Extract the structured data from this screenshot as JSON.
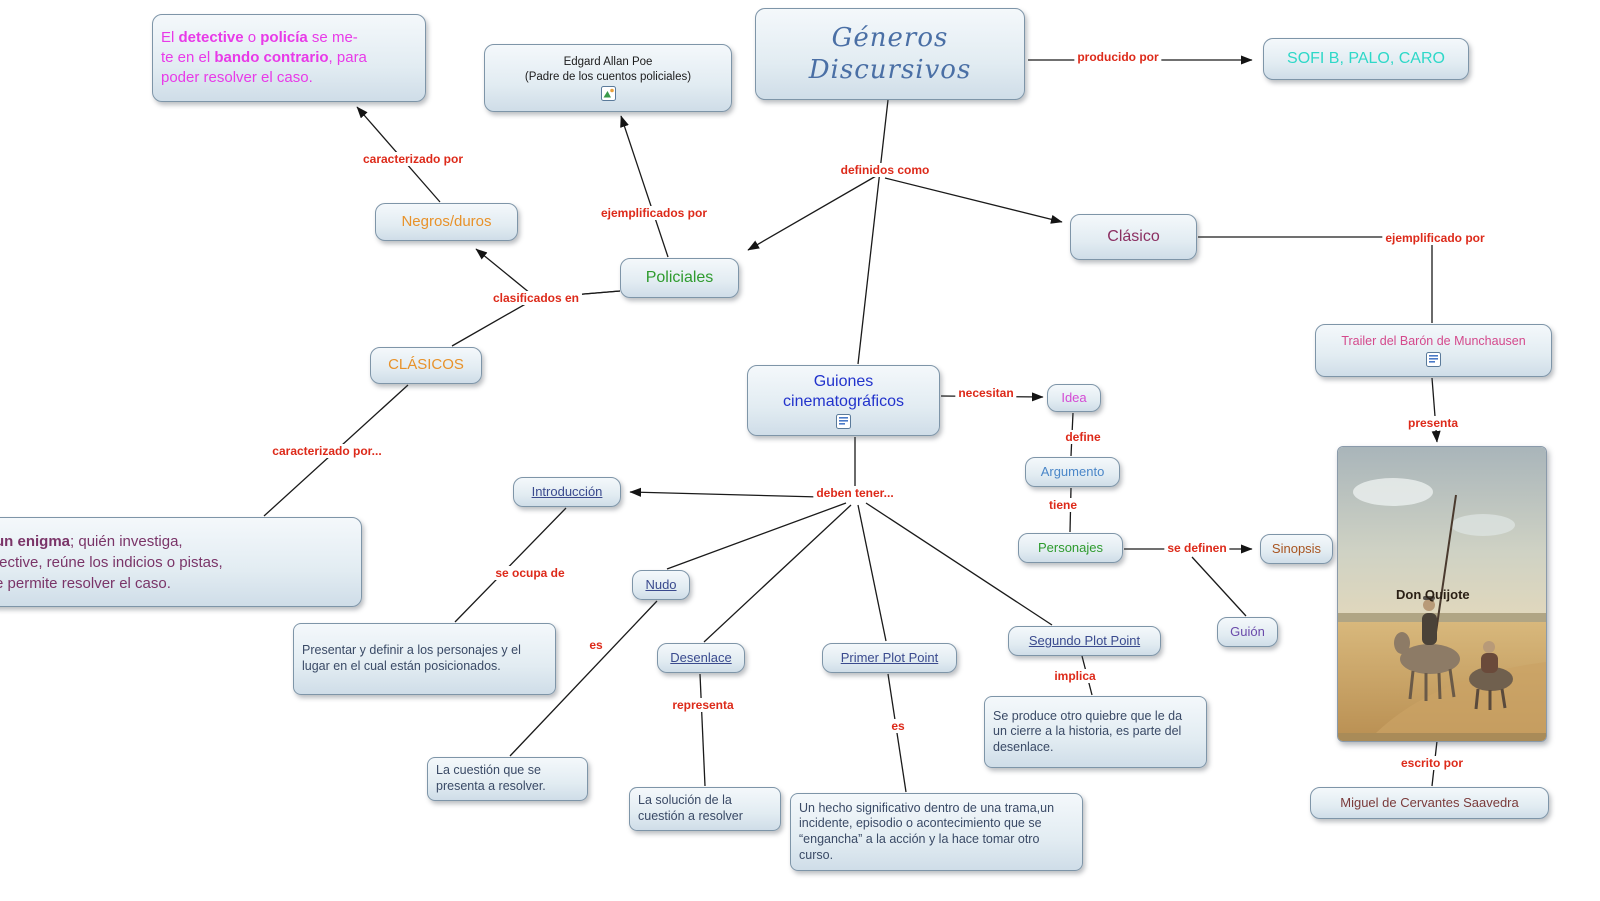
{
  "title": "Géneros Discursivos",
  "nodes": {
    "generos": {
      "label": "Géneros Discursivos"
    },
    "sofi": {
      "label": "SOFI B, PALO, CARO"
    },
    "detective": {
      "segments": [
        {
          "t": "El "
        },
        {
          "t": "detective",
          "b": true
        },
        {
          "t": " o "
        },
        {
          "t": "policía",
          "b": true
        },
        {
          "t": " se me-"
        },
        {
          "br": true
        },
        {
          "t": "te en el "
        },
        {
          "t": "bando contrario",
          "b": true
        },
        {
          "t": ", para"
        },
        {
          "br": true
        },
        {
          "t": "poder resolver el caso."
        }
      ]
    },
    "poe": {
      "line1": "Edgard Allan Poe",
      "line2": "(Padre de los cuentos policiales)"
    },
    "negros": {
      "label": "Negros/duros"
    },
    "policiales": {
      "label": "Policiales"
    },
    "clasico": {
      "label": "Clásico"
    },
    "clasicos": {
      "label": "CLÁSICOS"
    },
    "trailer": {
      "label": "Trailer del Barón de Munchausen"
    },
    "guiones": {
      "label": "Guiones cinematográficos"
    },
    "idea": {
      "label": "Idea"
    },
    "argumento": {
      "label": "Argumento"
    },
    "personajes": {
      "label": "Personajes"
    },
    "sinopsis": {
      "label": "Sinopsis"
    },
    "guion": {
      "label": "Guión"
    },
    "enigma": {
      "segments": [
        {
          "t": "un enigma",
          "b": true
        },
        {
          "t": "; quién investiga,"
        },
        {
          "br": true
        },
        {
          "t": "tective, reúne los indicios o pistas,"
        },
        {
          "br": true
        },
        {
          "t": "e permite resolver el caso."
        }
      ]
    },
    "introduccion": {
      "label": "Introducción"
    },
    "nudo": {
      "label": "Nudo"
    },
    "desenlace": {
      "label": "Desenlace"
    },
    "primer_plot": {
      "label": "Primer Plot Point"
    },
    "segundo_plot": {
      "label": "Segundo Plot Point"
    },
    "presentar": {
      "text": "Presentar y definir a los personajes y el lugar en el cual están posicionados."
    },
    "cuestion": {
      "text": "La cuestión que se presenta a resolver."
    },
    "solucion": {
      "text": "La solución de la cuestión a resolver"
    },
    "hecho": {
      "text": "Un hecho significativo dentro de una trama,un incidente, episodio o acontecimiento que se “engancha” a la acción y la hace tomar otro curso."
    },
    "produce": {
      "text": "Se produce otro quiebre que le da un cierre a la historia, es parte del desenlace."
    },
    "cervantes": {
      "label": "Miguel de Cervantes Saavedra"
    },
    "quijote_image": {
      "caption": "Don Quijote"
    }
  },
  "links": {
    "producido_por": "producido por",
    "definidos_como": "definidos como",
    "caracterizado_por": "caracterizado por",
    "ejemplificados_por": "ejemplificados por",
    "clasificados_en": "clasificados en",
    "caracterizado_por2": "caracterizado por...",
    "ejemplificado_por": "ejemplificado por",
    "necesitan": "necesitan",
    "define": "define",
    "tiene": "tiene",
    "se_definen": "se definen",
    "presenta": "presenta",
    "escrito_por": "escrito por",
    "deben_tener": "deben tener...",
    "se_ocupa_de": "se ocupa de",
    "es_nudo": "es",
    "representa": "representa",
    "es_primer": "es",
    "implica": "implica"
  },
  "colors": {
    "link_text": "#dd2a1a",
    "generos_text": "#4a6fa5",
    "sofi_text": "#2ed8c8",
    "detective_text": "#e83ae8",
    "negros_text": "#e8922a",
    "policiales_text": "#2e9b2e",
    "clasico_text": "#8b2f62",
    "guiones_text": "#2233cc"
  }
}
